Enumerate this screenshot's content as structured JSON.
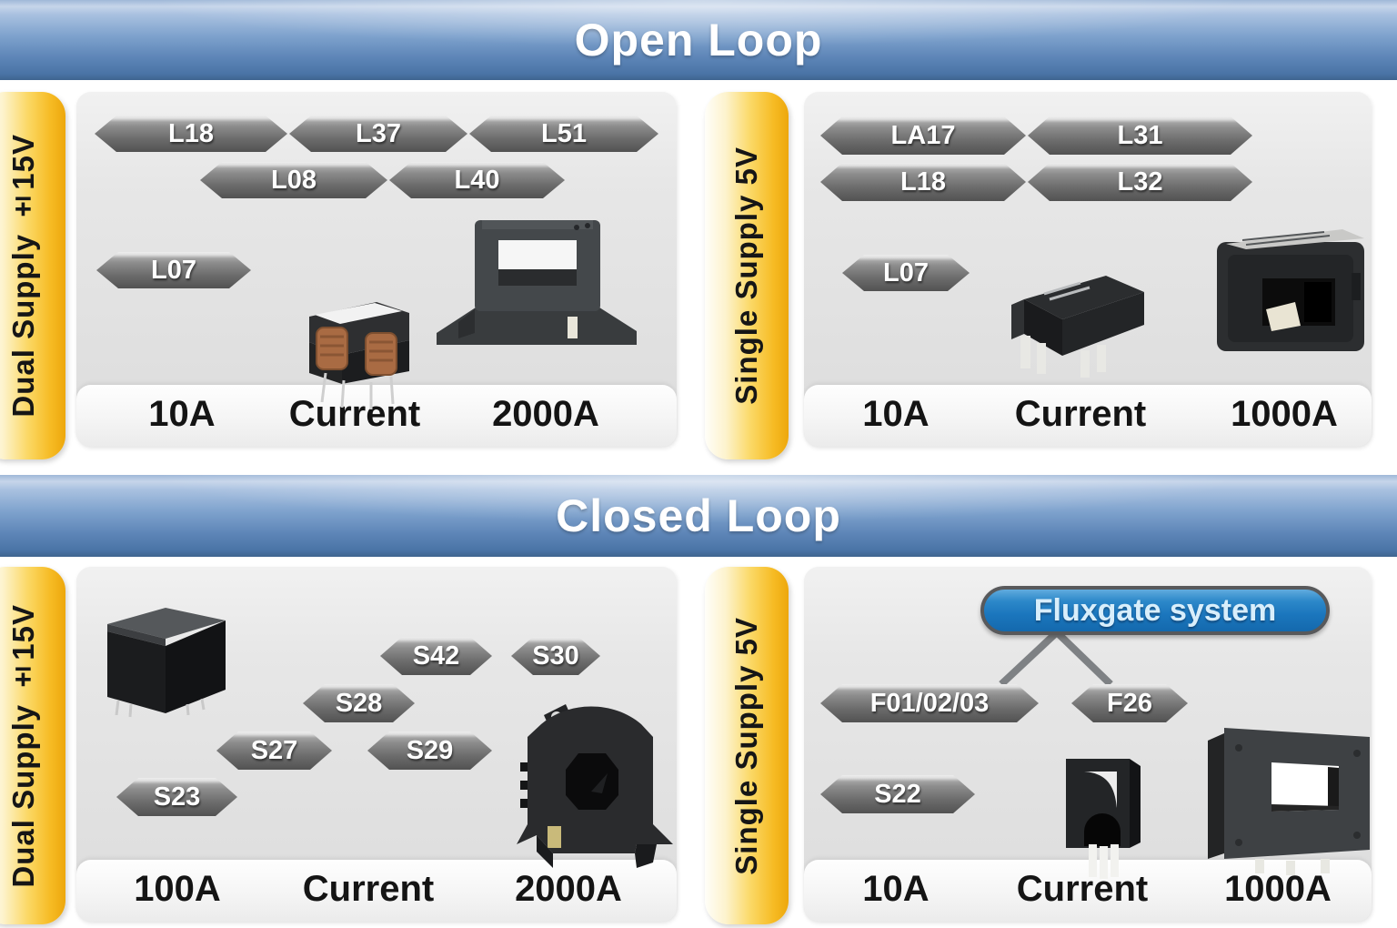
{
  "open_loop": {
    "title": "Open Loop",
    "dual": {
      "supply": "Dual Supply ±15V",
      "tags": {
        "l18": "L18",
        "l37": "L37",
        "l51": "L51",
        "l08": "L08",
        "l40": "L40",
        "l07": "L07"
      },
      "axis": {
        "min": "10A",
        "label": "Current",
        "max": "2000A"
      }
    },
    "single": {
      "supply": "Single Supply 5V",
      "tags": {
        "la17": "LA17",
        "l31": "L31",
        "l18": "L18",
        "l32": "L32",
        "l07": "L07"
      },
      "axis": {
        "min": "10A",
        "label": "Current",
        "max": "1000A"
      }
    }
  },
  "closed_loop": {
    "title": "Closed Loop",
    "dual": {
      "supply": "Dual Supply ±15V",
      "tags": {
        "s42": "S42",
        "s30": "S30",
        "s28": "S28",
        "s27": "S27",
        "s29": "S29",
        "s23": "S23"
      },
      "axis": {
        "min": "100A",
        "label": "Current",
        "max": "2000A"
      }
    },
    "single": {
      "supply": "Single Supply 5V",
      "fluxgate_label": "Fluxgate system",
      "tags": {
        "f010203": "F01/02/03",
        "f26": "F26",
        "s22": "S22"
      },
      "axis": {
        "min": "10A",
        "label": "Current",
        "max": "1000A"
      }
    }
  },
  "products": {
    "ol_dual_small": "coil-current-sensor-photo",
    "ol_dual_large": "frame-current-transducer-photo",
    "ol_single_small": "pcb-current-sensor-photo",
    "ol_single_large": "box-current-transducer-photo",
    "cl_dual_small": "encased-current-sensor-photo",
    "cl_dual_large": "aperture-current-transducer-photo",
    "cl_single_small": "arch-current-sensor-photo",
    "cl_single_large": "large-frame-transducer-photo"
  },
  "colors": {
    "banner_blue": "#4d79ad",
    "supply_yellow": "#f6bb24",
    "tag_gray": "#6b6b6b",
    "fluxgate_blue": "#1b76bd"
  }
}
